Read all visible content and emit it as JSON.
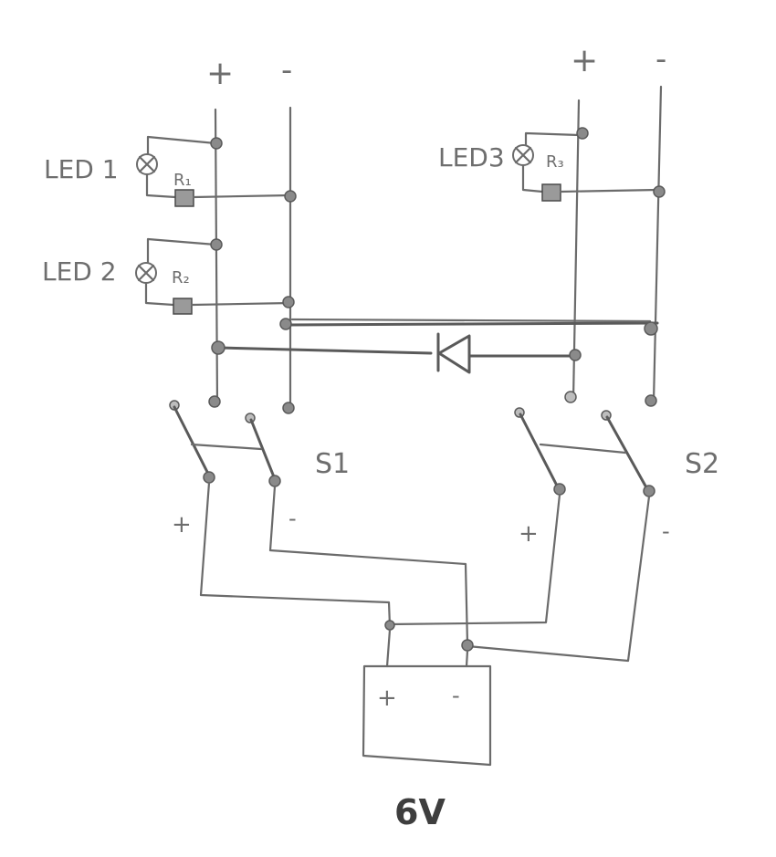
{
  "labels": {
    "plus_left": "+",
    "minus_left": "-",
    "plus_right": "+",
    "minus_right": "-",
    "led1": "LED 1",
    "led2": "LED 2",
    "led3": "LED3",
    "r1": "R₁",
    "r2": "R₂",
    "r3": "R₃",
    "s1": "S1",
    "s2": "S2",
    "s1_plus": "+",
    "s1_minus": "-",
    "s2_plus": "+",
    "s2_minus": "-",
    "battery_plus": "+",
    "battery_minus": "-",
    "voltage": "6V"
  }
}
